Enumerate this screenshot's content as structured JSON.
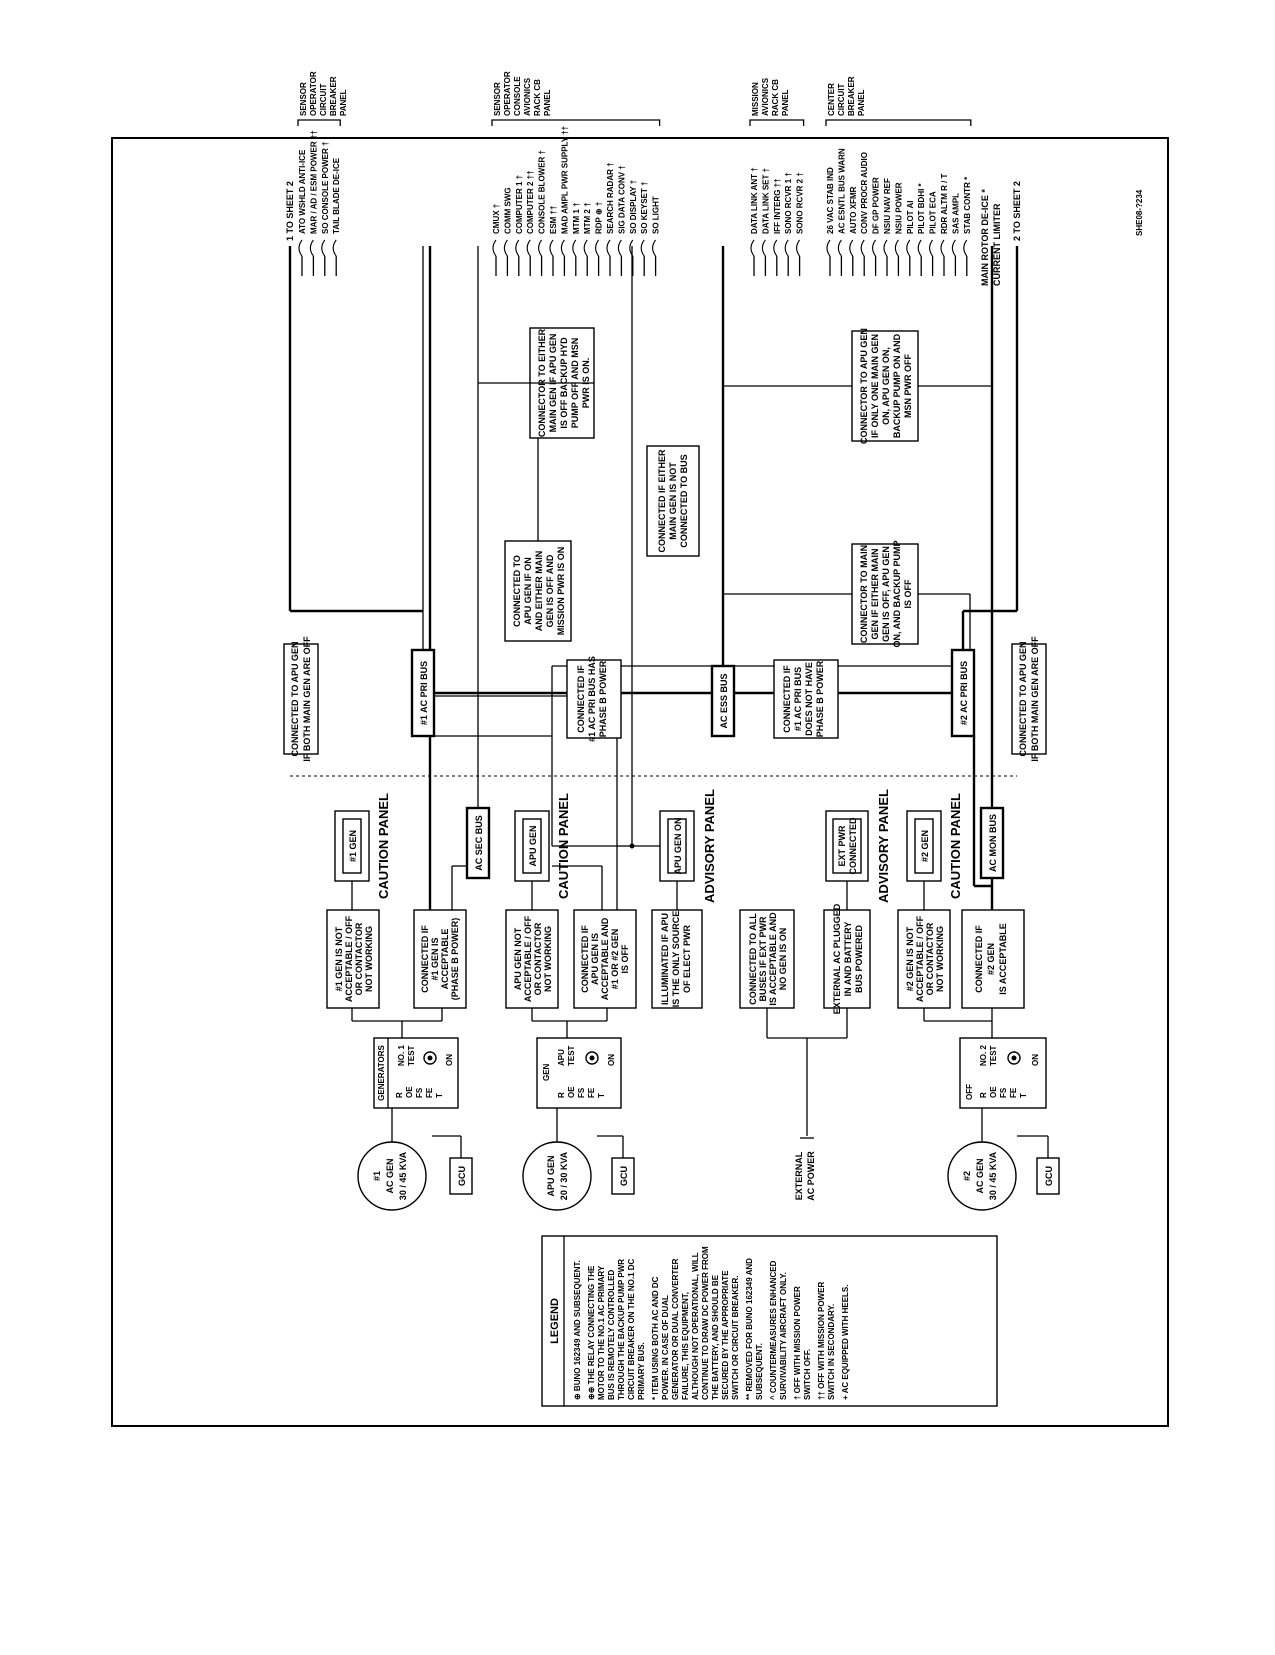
{
  "diagram": {
    "drawing_number": "SHE08-?234",
    "legend": {
      "title": "LEGEND",
      "items": [
        "⊕ BUNO 162349 AND SUBSEQUENT.",
        "⊕⊕ THE RELAY CONNECTING THE MOTOR TO THE NO.1 AC PRIMARY BUS IS REMOTELY CONTROLLED THROUGH THE BACKUP PUMP PWR CIRCUIT BREAKER ON THE NO.1 DC PRIMARY BUS.",
        "* ITEM USING BOTH AC AND DC POWER. IN CASE OF DUAL GENERATOR OR DUAL CONVERTER FAILURE, THIS EQUIPMENT, ALTHOUGH NOT OPERATIONAL, WILL CONTINUE TO DRAW DC POWER FROM THE BATTERY, AND SHOULD BE SECURED BY THE APPROPRIATE SWITCH OR CIRCUIT BREAKER.",
        "** REMOVED FOR BUNO 162349 AND SUBSEQUENT.",
        "^ COUNTERMEASURES ENHANCED SURVIVABILITY AIRCRAFT ONLY.",
        "† OFF WITH MISSION POWER SWITCH OFF.",
        "†† OFF WITH MISSION POWER SWITCH IN SECONDARY.",
        "+ AC EQUIPPED WITH HEELS."
      ]
    },
    "sources": {
      "gen1": [
        "#1",
        "AC GEN",
        "30 / 45 KVA"
      ],
      "apu": [
        "APU GEN",
        "20 / 30 KVA"
      ],
      "gen2": [
        "#2",
        "AC GEN",
        "30 / 45 KVA"
      ],
      "gcu": "GCU",
      "external": [
        "EXTERNAL",
        "AC POWER"
      ]
    },
    "switches": {
      "generators_title": "GENERATORS",
      "no1": [
        "R",
        "OE",
        "FS",
        "FE",
        "T",
        "NO. 1",
        "TEST",
        "ON"
      ],
      "apu": [
        "GEN",
        "R",
        "OE",
        "FS",
        "FE",
        "T",
        "APU",
        "TEST",
        "ON"
      ],
      "no2": [
        "OFF",
        "R",
        "OE",
        "FS",
        "FE",
        "T",
        "NO. 2",
        "TEST",
        "ON"
      ]
    },
    "logic_boxes": {
      "gen1_bad": [
        "#1 GEN IS NOT",
        "ACCEPTABLE / OFF",
        "OR CONTACTOR",
        "NOT WORKING"
      ],
      "gen1_ok": [
        "CONNECTED IF",
        "#1 GEN IS",
        "ACCEPTABLE",
        "(PHASE B POWER)"
      ],
      "apu_bad": [
        "APU GEN NOT",
        "ACCEPTABLE / OFF",
        "OR CONTACTOR",
        "NOT WORKING"
      ],
      "apu_ok": [
        "CONNECTED IF",
        "APU GEN IS",
        "ACCEPTABLE AND",
        "#1 OR #2 GEN",
        "IS OFF"
      ],
      "apu_only": [
        "ILLUMINATED IF APU",
        "IS THE ONLY SOURCE",
        "OF ELECT PWR"
      ],
      "ext_all": [
        "CONNECTED TO ALL",
        "BUSES IF EXT PWR",
        "IS ACCEPTABLE AND",
        "NO GEN IS ON"
      ],
      "ext_plug": [
        "EXTERNAL AC PLUGGED",
        "IN AND BATTERY",
        "BUS POWERED"
      ],
      "gen2_bad": [
        "#2 GEN IS NOT",
        "ACCEPTABLE / OFF",
        "OR CONTACTOR",
        "NOT WORKING"
      ],
      "gen2_ok": [
        "CONNECTED IF",
        "#2 GEN",
        "IS ACCEPTABLE"
      ]
    },
    "panels": {
      "gen1_lamp": "#1 GEN",
      "apu_lamp": "APU GEN",
      "apu_on_lamp": "APU GEN ON",
      "ext_lamp": [
        "EXT PWR",
        "CONNECTED"
      ],
      "gen2_lamp": "#2 GEN",
      "caution": "CAUTION PANEL",
      "advisory": "ADVISORY PANEL"
    },
    "buses": {
      "ac_sec": "AC SEC BUS",
      "ac_pri_1": "#1 AC PRI BUS",
      "ac_ess": "AC ESS BUS",
      "ac_pri_2": "#2 AC PRI BUS",
      "ac_mon": "AC MON BUS"
    },
    "notes": {
      "apu_top": [
        "CONNECTED TO APU GEN",
        "IF BOTH MAIN GEN ARE OFF"
      ],
      "apu_bottom": [
        "CONNECTED TO APU GEN",
        "IF BOTH MAIN GEN ARE OFF"
      ],
      "pri1_to_ess": [
        "CONNECTED IF",
        "#1 AC PRI BUS HAS",
        "PHASE B POWER"
      ],
      "pri2_to_ess": [
        "CONNECTED IF",
        "#1 AC PRI BUS",
        "DOES NOT HAVE",
        "PHASE B POWER"
      ],
      "apu_mission": [
        "CONNECTED TO",
        "APU GEN IF ON",
        "AND EITHER MAIN",
        "GEN IS OFF AND",
        "MISSION PWR IS ON"
      ],
      "either_main": [
        "CONNECTED IF EITHER",
        "MAIN GEN IS NOT",
        "CONNECTED TO BUS"
      ],
      "upper_mid": [
        "CONNECTOR TO EITHER",
        "MAIN GEN IF APU GEN",
        "IS OFF BACKUP HYD",
        "PUMP OFF AND MSN",
        "PWR IS ON."
      ],
      "lower_left": [
        "CONNECTOR TO MAIN",
        "GEN IF EITHER MAIN",
        "GEN IS OFF, APU GEN",
        "ON, AND BACKUP PUMP",
        "IS OFF"
      ],
      "lower_right": [
        "CONNECTOR TO APU GEN",
        "IF ONLY ONE MAIN GEN",
        "ON, APU GEN ON,",
        "BACKUP PUMP ON AND",
        "MSN PWR OFF"
      ]
    },
    "sheet_refs": {
      "top": "1 TO SHEET 2",
      "bottom": "2 TO SHEET 2"
    },
    "breaker_groups": [
      {
        "title": [
          "SENSOR",
          "OPERATOR",
          "CIRCUIT",
          "BREAKER",
          "PANEL"
        ],
        "items": [
          "ATO WSHLD ANTI-ICE",
          "MAR / AD / ESM POWER ††",
          "SO CONSOLE POWER †",
          "TAIL BLADE DE-ICE"
        ]
      },
      {
        "title": [
          "SENSOR",
          "OPERATOR",
          "CONSOLE",
          "AVIONICS",
          "RACK CB",
          "PANEL"
        ],
        "items": [
          "CMUX †",
          "COMM SWG",
          "COMPUTER 1 †",
          "COMPUTER 2 ††",
          "CONSOLE BLOWER †",
          "ESM ††",
          "MAD AMPL PWR SUPPLY ††",
          "MTM 1 †",
          "MTM 2 †",
          "RDP ⊕ †",
          "SEARCH RADAR †",
          "SIG DATA CONV †",
          "SO DISPLAY †",
          "SO KEYSET †",
          "SO LIGHT"
        ]
      },
      {
        "title": [
          "MISSION",
          "AVIONICS",
          "RACK CB",
          "PANEL"
        ],
        "items": [
          "DATA LINK ANT †",
          "DATA LINK SET †",
          "IFF INTERG ††",
          "SONO RCVR 1 †",
          "SONO RCVR 2 †"
        ]
      },
      {
        "title": [
          "CENTER",
          "CIRCUIT",
          "BREAKER",
          "PANEL"
        ],
        "items": [
          "26 VAC STAB IND",
          "AC ESNTL BUS WARN",
          "AUTO XFMR",
          "CONV PROCR AUDIO",
          "DF GP POWER",
          "NSIU NAV REF",
          "NSIU POWER",
          "PILOT AI",
          "PILOT BDHI *",
          "PILOT ECA",
          "RDR ALTM R / T",
          "SAS AMPL",
          "STAB CONTR *"
        ]
      }
    ],
    "de_ice": [
      "MAIN ROTOR DE-ICE *",
      "CURRENT LIMITER"
    ]
  }
}
